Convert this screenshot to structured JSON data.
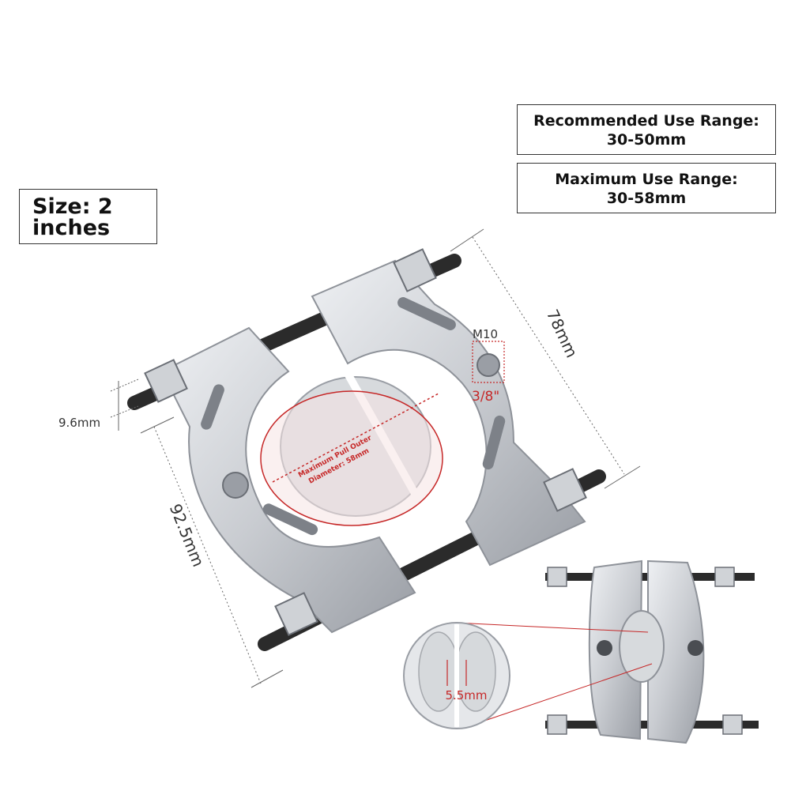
{
  "size_label": {
    "line1": "Size: 2",
    "line2": "inches"
  },
  "recommended_range": {
    "label": "Recommended Use Range:",
    "value": "30-50mm"
  },
  "maximum_range": {
    "label": "Maximum Use Range:",
    "value": "30-58mm"
  },
  "dimensions": {
    "width": "78mm",
    "height": "92.5mm",
    "bolt_diameter": "9.6mm",
    "thread_metric": "M10",
    "thread_imperial": "3/8\"",
    "inner_edge": "5.5mm",
    "max_pull_line1": "Maximum Pull Outer",
    "max_pull_line2": "Diameter: 58mm"
  },
  "colors": {
    "steel": "#c9ccd1",
    "steel_dark": "#8e9299",
    "rod": "#2b2b2b",
    "accent": "#c62828"
  }
}
